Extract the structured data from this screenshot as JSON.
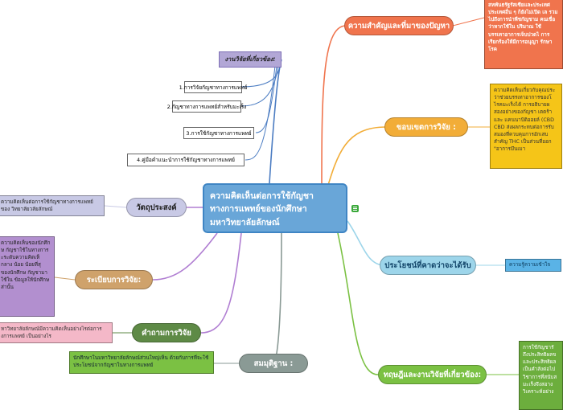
{
  "center": {
    "title": "ความคิดเห็นต่อการใช้กัญชาทางการแพทย์ของนักศึกษามหาวิทยาลัยลักษณ์"
  },
  "related_research": {
    "title": "งานวิจัยที่เกี่ยวข้อง:",
    "items": [
      "1.การวิจัยกัญชาทางการแพทย์",
      "2.กัญชาทางการแพทย์สำหรับมะเร็ง",
      "3.การใช้กัญชาทางการแพทย์",
      "4.คู่มือคำแนะนำการใช้กัญชาทางการแพทย์"
    ]
  },
  "importance": {
    "title": "ความสำคัญและที่มาของปัญหา",
    "note": "สหพันธรัฐรัสเซียและประเทศ ประเทศอื่น ๆ ก็ยังไม่เปิด เล รวมไปถึงการนำพืชกัญชาม คนเชื่อว่าหากใช้ใน ปริมาณ ใช้ บรรเทาอาการเจ็บปวดไ การเรียกร้องให้มีการอนุญา รักษาโรค"
  },
  "scope": {
    "title": "ขอบเขตการวิจัย :",
    "note": "ความคิดเห็นเกี่ยวกับคุณประ ว่าช่วยบรรเทาอาการของโ ไรคมะเร็งได้ การอธิบายผ สองอย่างของกัญชา เตตร้า และ แคนนาบิดิออยล์ (CBD CBD ส่งผลกระทบต่อการรับ สมองที่ควบคุมการอักเสบ สำคัญ THC เป็นส่วนที่ออก \"อาการมึนเมา"
  },
  "benefits": {
    "title": "ประโยชน์ที่คาดว่าจะได้รับ",
    "note": "ความรู้ความเข้าใจ"
  },
  "theory": {
    "title": "ทฤษฎีและงานวิจัยที่เกี่ยวข้อง:",
    "note": "การใช้กัญชารั ถึงประสิทธิผลข และประสิทธิผล เป็นคำสังต่อไป วิชาการที่สนับส มะเร็งจึงสอาง วิเคราะห์อย่าง"
  },
  "objective": {
    "title": "วัตถุประสงค์",
    "note": "ความคิดเห็นต่อการใช้กัญชาทางการแพทย์ของ วิทยาลัยวลัยลักษณ์"
  },
  "methodology": {
    "title": "ระเบียบการวิจัย:",
    "note": "ความคิดเห็นของนักศึกษ กัญชาใช้ในทางการ ะระดับความคิดเห็ กลาง น้อย น้อยที่สุ ของนักศึกษ กัญชามาใช้ใน ข้อมูลให้นักศึกษ ส่านั้น"
  },
  "research_question": {
    "title": "คำถามการวิจัย",
    "note": "หาวิทยาลัยลักษณ์มีความคิดเห็นอย่างไรต่อการ งการแพทย์ เป็นอย่างไร"
  },
  "hypothesis": {
    "title": "สมมุติฐาน :",
    "note": "นักศึกษาในมหาวิทยาลัยลักษณ์ส่วนใหญ่เห็น ด้วยกับการที่จะใช้ประโยชน์จากกัญชาในทางการแพทย์"
  },
  "colors": {
    "center": "#69a6d8",
    "importance": "#f0744d",
    "scope": "#f2ad38",
    "benefits": "#9dd5ea",
    "theory": "#7bc143",
    "hypothesis": "#8a9a95",
    "research_question": "#5e8a46",
    "methodology": "#cfa26b",
    "objective": "#c8c9e5",
    "related": "#b2a7d6"
  }
}
